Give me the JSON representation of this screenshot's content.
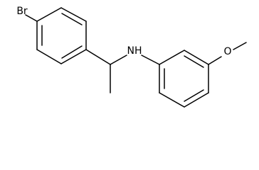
{
  "labels": {
    "bromine": "Br",
    "amine": "NH",
    "oxygen": "O"
  },
  "colors": {
    "bond": "#000000",
    "background": "#ffffff"
  }
}
